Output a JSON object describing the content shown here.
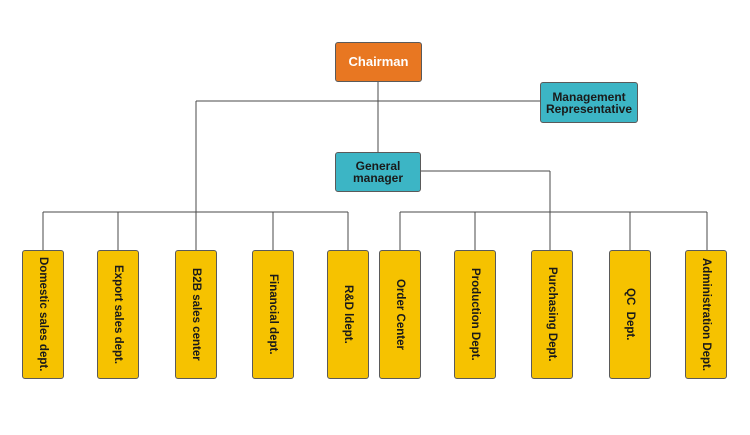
{
  "colors": {
    "chairman": "#e87722",
    "manager": "#3cb5c5",
    "department": "#f6c200",
    "connector": "#4a4a4a"
  },
  "chart": {
    "chairman": "Chairman",
    "management_rep": "Management Representative",
    "general_manager": "General manager",
    "departments": [
      "Domestic sales dept.",
      "Export sales dept.",
      "B2B sales center",
      "Financial dept.",
      "R&D ldept.",
      "Order Center",
      "Production Dept.",
      "Purchasing Dept.",
      "QC  Dept.",
      "Administration Dept."
    ]
  }
}
